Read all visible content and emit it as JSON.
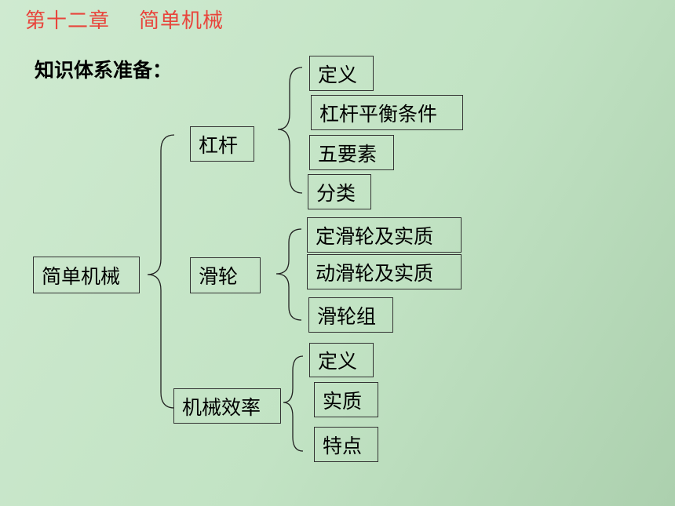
{
  "title": "第十二章    简单机械",
  "subtitle": "知识体系准备：",
  "root": "简单机械",
  "branches": [
    {
      "label": "杠杆",
      "children": [
        "定义",
        "杠杆平衡条件",
        "五要素",
        "分类"
      ]
    },
    {
      "label": "滑轮",
      "children": [
        "定滑轮及实质",
        "动滑轮及实质",
        "滑轮组"
      ]
    },
    {
      "label": "机械效率",
      "children": [
        "定义",
        "实质",
        "特点"
      ]
    }
  ]
}
